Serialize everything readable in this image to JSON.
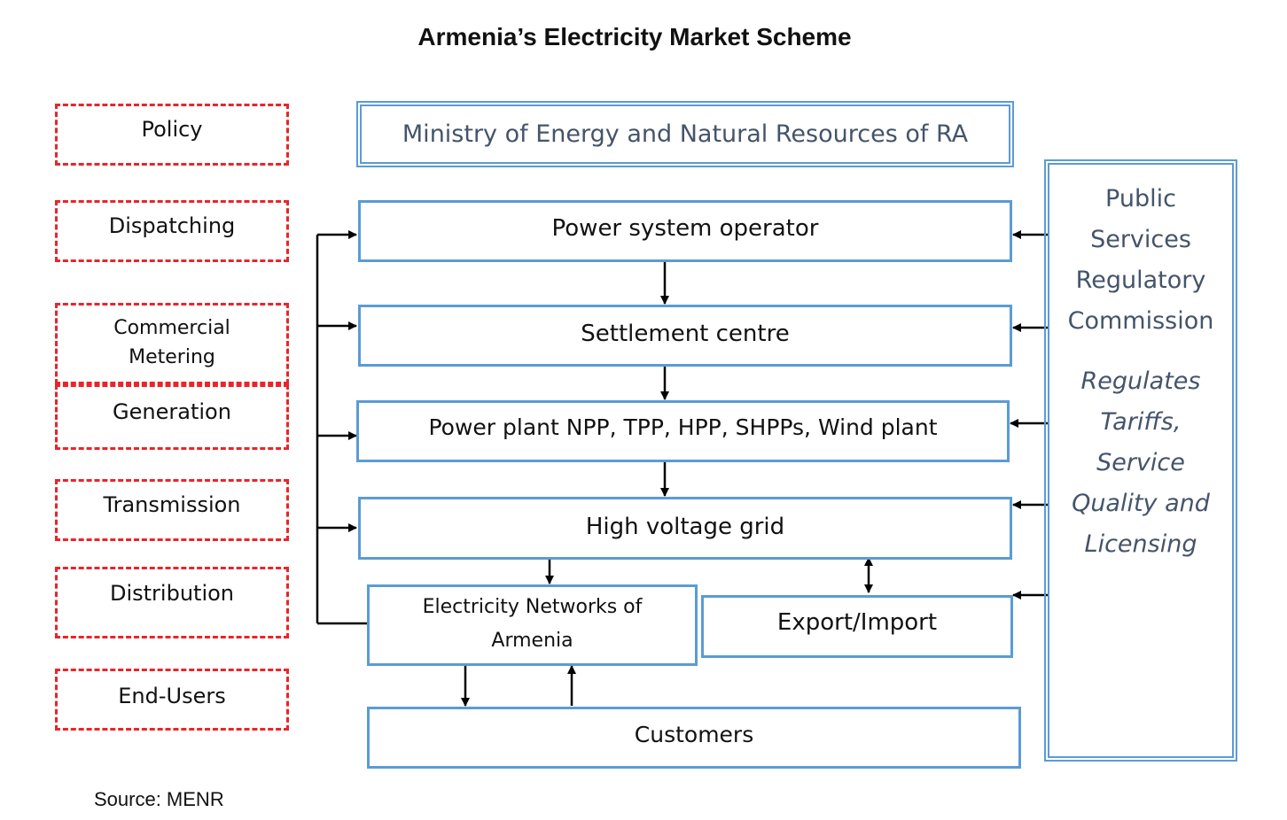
{
  "title": "Armenia’s Electricity Market Scheme",
  "source": "Source: MENR",
  "categories": {
    "policy": "Policy",
    "dispatching": "Dispatching",
    "commercial_metering": "Commercial Metering",
    "generation": "Generation",
    "transmission": "Transmission",
    "distribution": "Distribution",
    "end_users": "End-Users"
  },
  "entities": {
    "ministry": "Ministry of Energy and Natural Resources of RA",
    "operator": "Power system operator",
    "settlement": "Settlement centre",
    "power_plant": "Power plant NPP, TPP, HPP, SHPPs, Wind plant",
    "hv_grid": "High voltage grid",
    "networks": "Electricity Networks of Armenia",
    "export_import": "Export/Import",
    "customers": "Customers"
  },
  "regulator": {
    "name": "Public Services Regulatory Commission",
    "role": "Regulates Tariffs, Service Quality and Licensing"
  },
  "colors": {
    "category_border": "#e8252b",
    "entity_border": "#5b9bd5",
    "regulator_text": "#44546a",
    "arrow": "#000000"
  }
}
